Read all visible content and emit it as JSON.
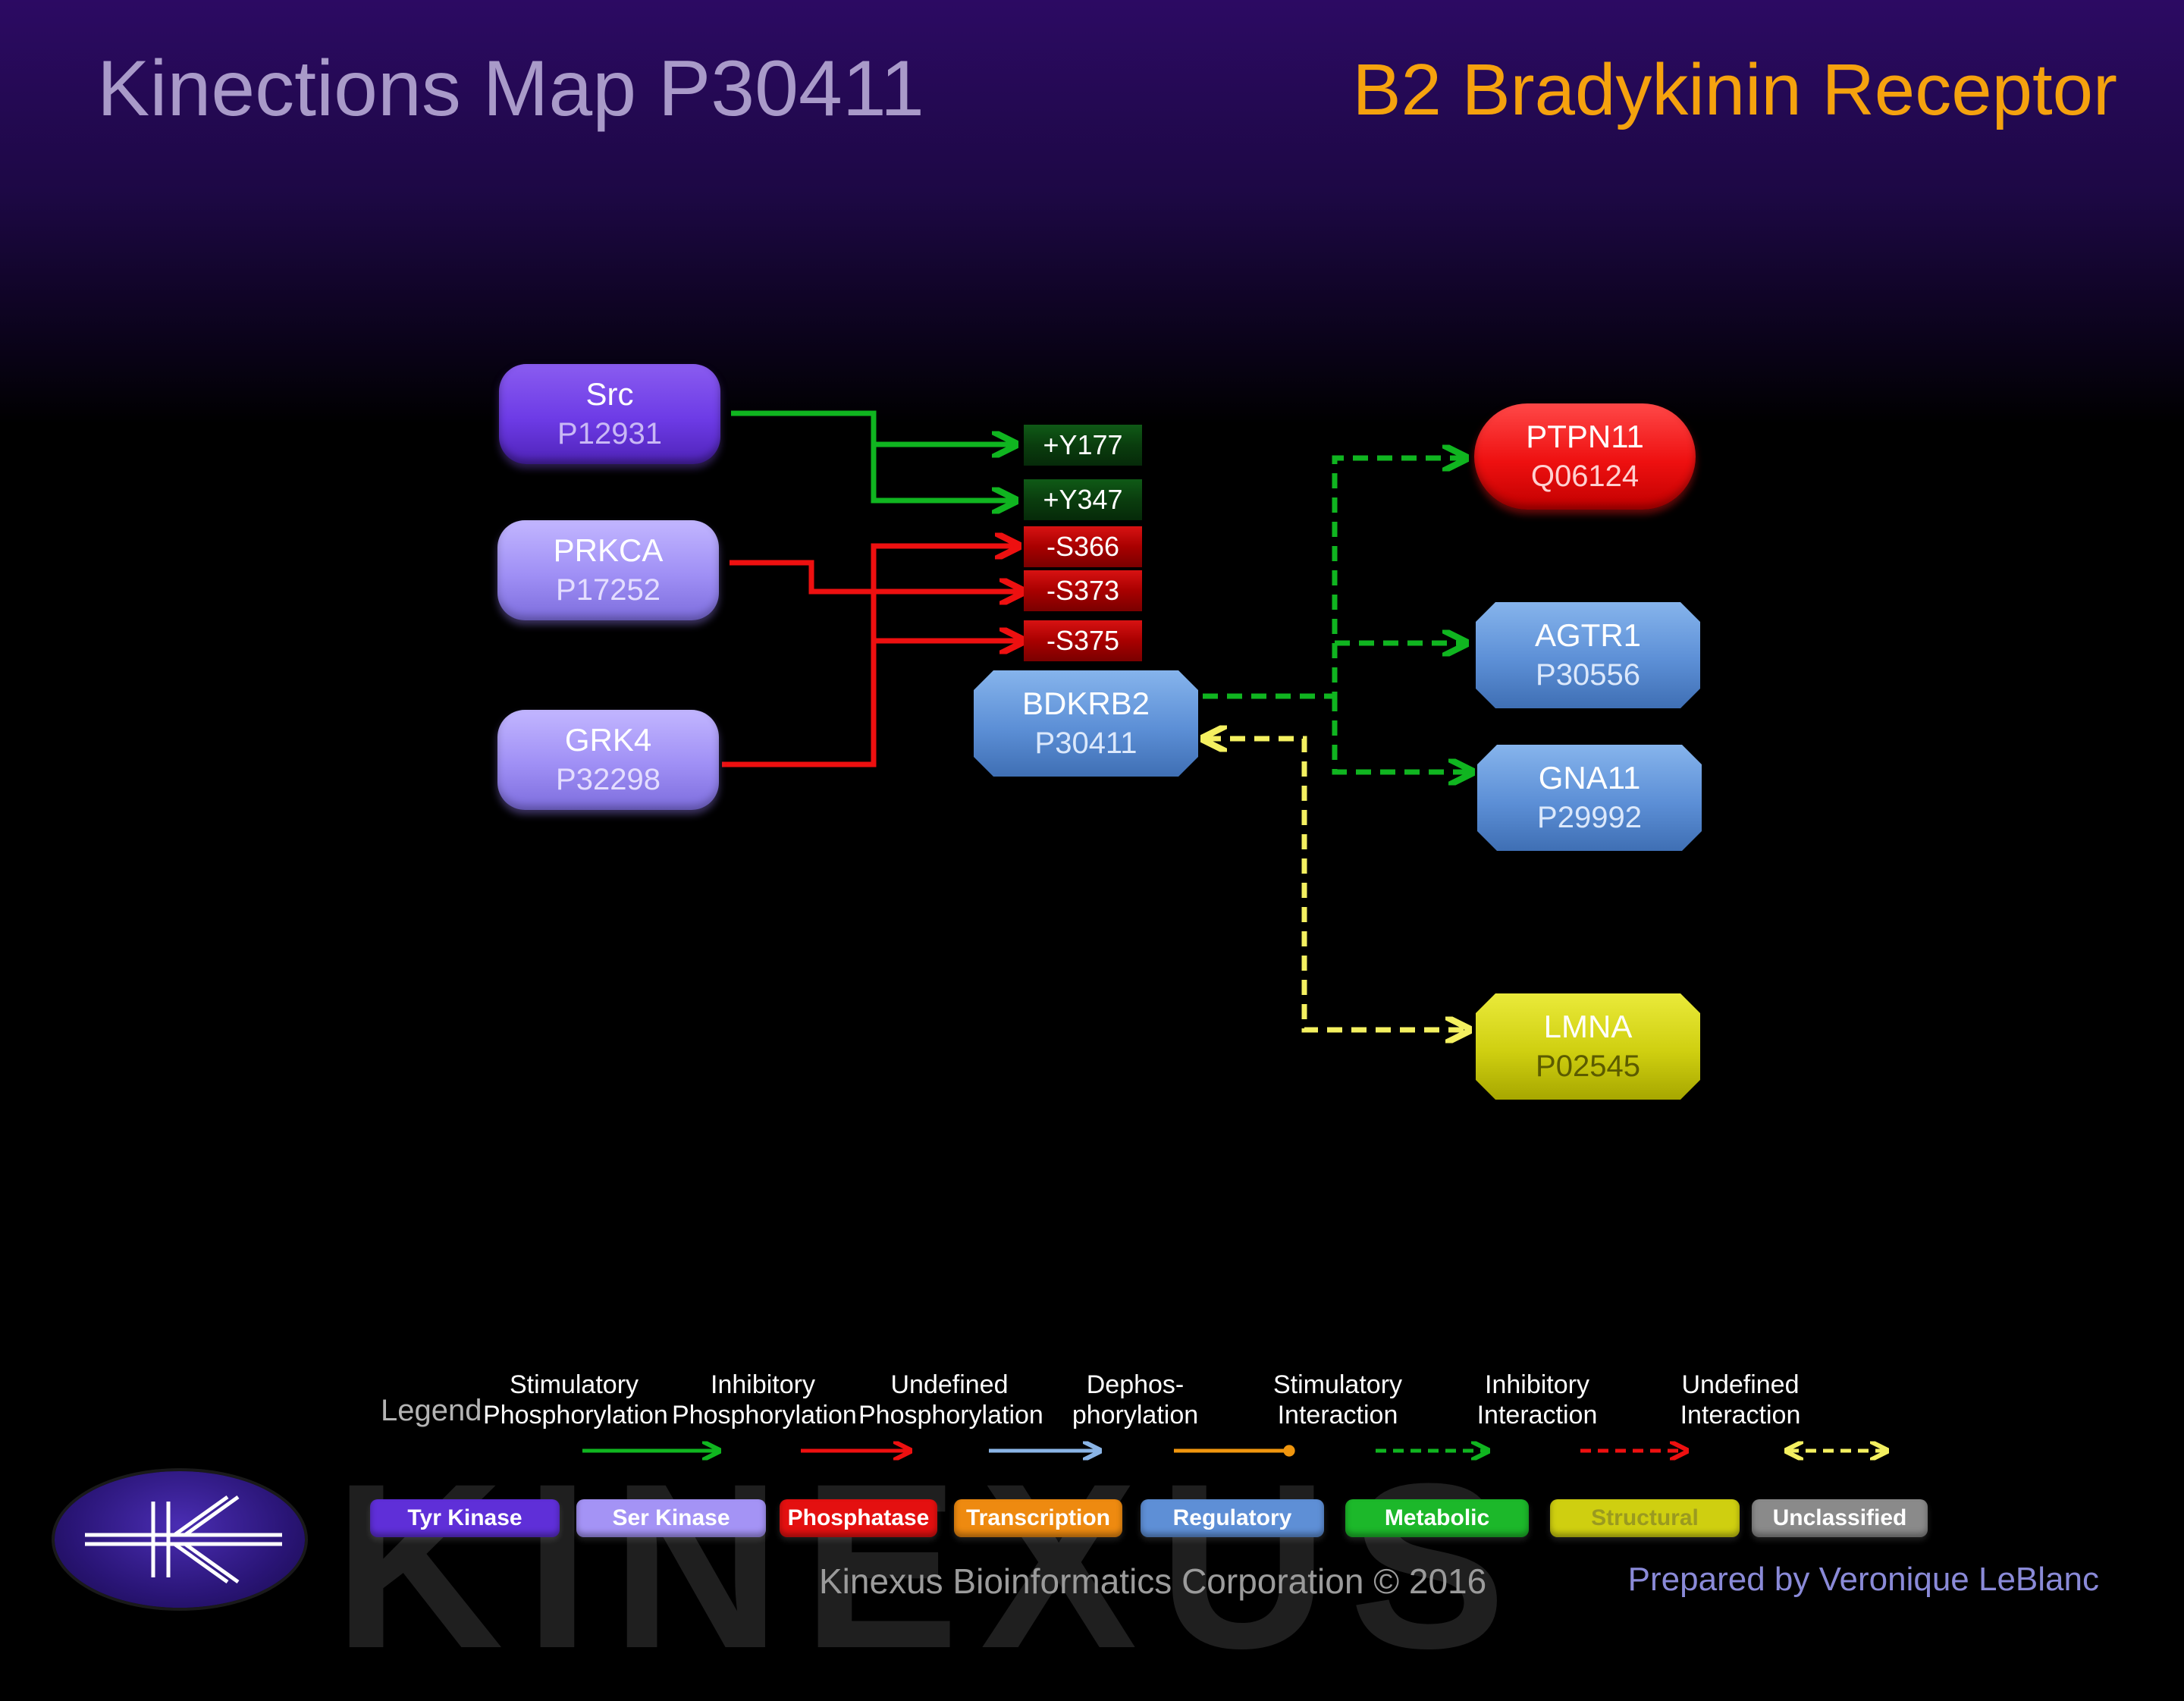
{
  "header": {
    "title": "Kinections Map P30411",
    "subtitle": "B2 Bradykinin Receptor"
  },
  "nodes": {
    "src": {
      "name": "Src",
      "accession": "P12931",
      "type": "Tyr Kinase"
    },
    "prkca": {
      "name": "PRKCA",
      "accession": "P17252",
      "type": "Ser Kinase"
    },
    "grk4": {
      "name": "GRK4",
      "accession": "P32298",
      "type": "Ser Kinase"
    },
    "bdkrb2": {
      "name": "BDKRB2",
      "accession": "P30411",
      "type": "Regulatory"
    },
    "ptpn11": {
      "name": "PTPN11",
      "accession": "Q06124",
      "type": "Phosphatase"
    },
    "agtr1": {
      "name": "AGTR1",
      "accession": "P30556",
      "type": "Regulatory"
    },
    "gna11": {
      "name": "GNA11",
      "accession": "P29992",
      "type": "Regulatory"
    },
    "lmna": {
      "name": "LMNA",
      "accession": "P02545",
      "type": "Structural"
    }
  },
  "sites": {
    "y177": "+Y177",
    "y347": "+Y347",
    "s366": "-S366",
    "s373": "-S373",
    "s375": "-S375"
  },
  "legend": {
    "title": "Legend",
    "arrows": [
      {
        "label": "Stimulatory\nPhosphorylation",
        "color": "#10b520",
        "style": "solid"
      },
      {
        "label": "Inhibitory\nPhosphorylation",
        "color": "#ee1010",
        "style": "solid"
      },
      {
        "label": "Undefined\nPhosphorylation",
        "color": "#8ab4e6",
        "style": "solid"
      },
      {
        "label": "Dephos-\nphorylation",
        "color": "#f0960e",
        "style": "solid-dot"
      },
      {
        "label": "Stimulatory\nInteraction",
        "color": "#10b520",
        "style": "dashed"
      },
      {
        "label": "Inhibitory\nInteraction",
        "color": "#ee1010",
        "style": "dashed"
      },
      {
        "label": "Undefined\nInteraction",
        "color": "#f4f060",
        "style": "dashed-both"
      }
    ],
    "chips": [
      {
        "label": "Tyr Kinase",
        "color": "#5f2fd8",
        "text": "#ffffff"
      },
      {
        "label": "Ser Kinase",
        "color": "#a493f5",
        "text": "#ffffff"
      },
      {
        "label": "Phosphatase",
        "color": "#e41010",
        "text": "#ffffff"
      },
      {
        "label": "Transcription",
        "color": "#ee8a10",
        "text": "#ffffff"
      },
      {
        "label": "Regulatory",
        "color": "#5e8fd6",
        "text": "#ffffff"
      },
      {
        "label": "Metabolic",
        "color": "#1cb82a",
        "text": "#ffffff"
      },
      {
        "label": "Structural",
        "color": "#cfcf10",
        "text": "#9a9a20"
      },
      {
        "label": "Unclassified",
        "color": "#8a8a8a",
        "text": "#ffffff"
      }
    ]
  },
  "footer": {
    "watermark": "KINEXUS",
    "corporation": "Kinexus Bioinformatics Corporation © 2016",
    "prepared_by": "Prepared by Veronique LeBlanc"
  },
  "colors": {
    "stimulatory": "#10b520",
    "inhibitory": "#ee1010",
    "undefined_interaction": "#f4f060",
    "title": "#a99ac9",
    "subtitle": "#f5a20e"
  }
}
